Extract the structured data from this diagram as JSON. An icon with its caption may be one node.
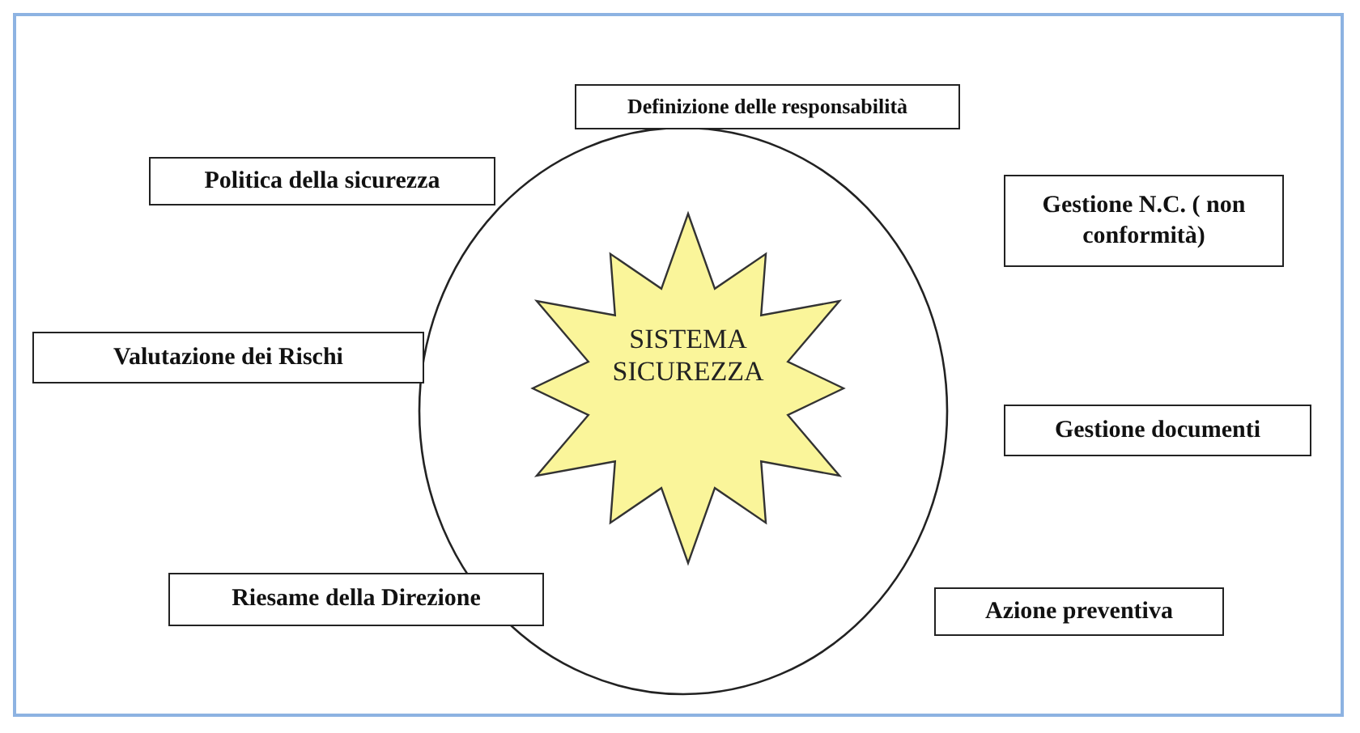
{
  "diagram": {
    "nodes": [
      {
        "text": [
          "Definizione delle responsabilità"
        ]
      },
      {
        "text": [
          "Politica della sicurezza"
        ]
      },
      {
        "text": [
          "Gestione N.C. ( non conformità)"
        ]
      },
      {
        "text": [],
        "shape": "circle"
      },
      {
        "text": [
          "SISTEMA SICUREZZA"
        ],
        "in": 3
      },
      {
        "text": [
          "Valutazione dei Rischi"
        ]
      },
      {
        "text": [
          "Gestione documenti"
        ]
      },
      {
        "text": [
          "Riesame della Direzione"
        ]
      },
      {
        "text": [
          "Azione preventiva"
        ]
      }
    ]
  }
}
